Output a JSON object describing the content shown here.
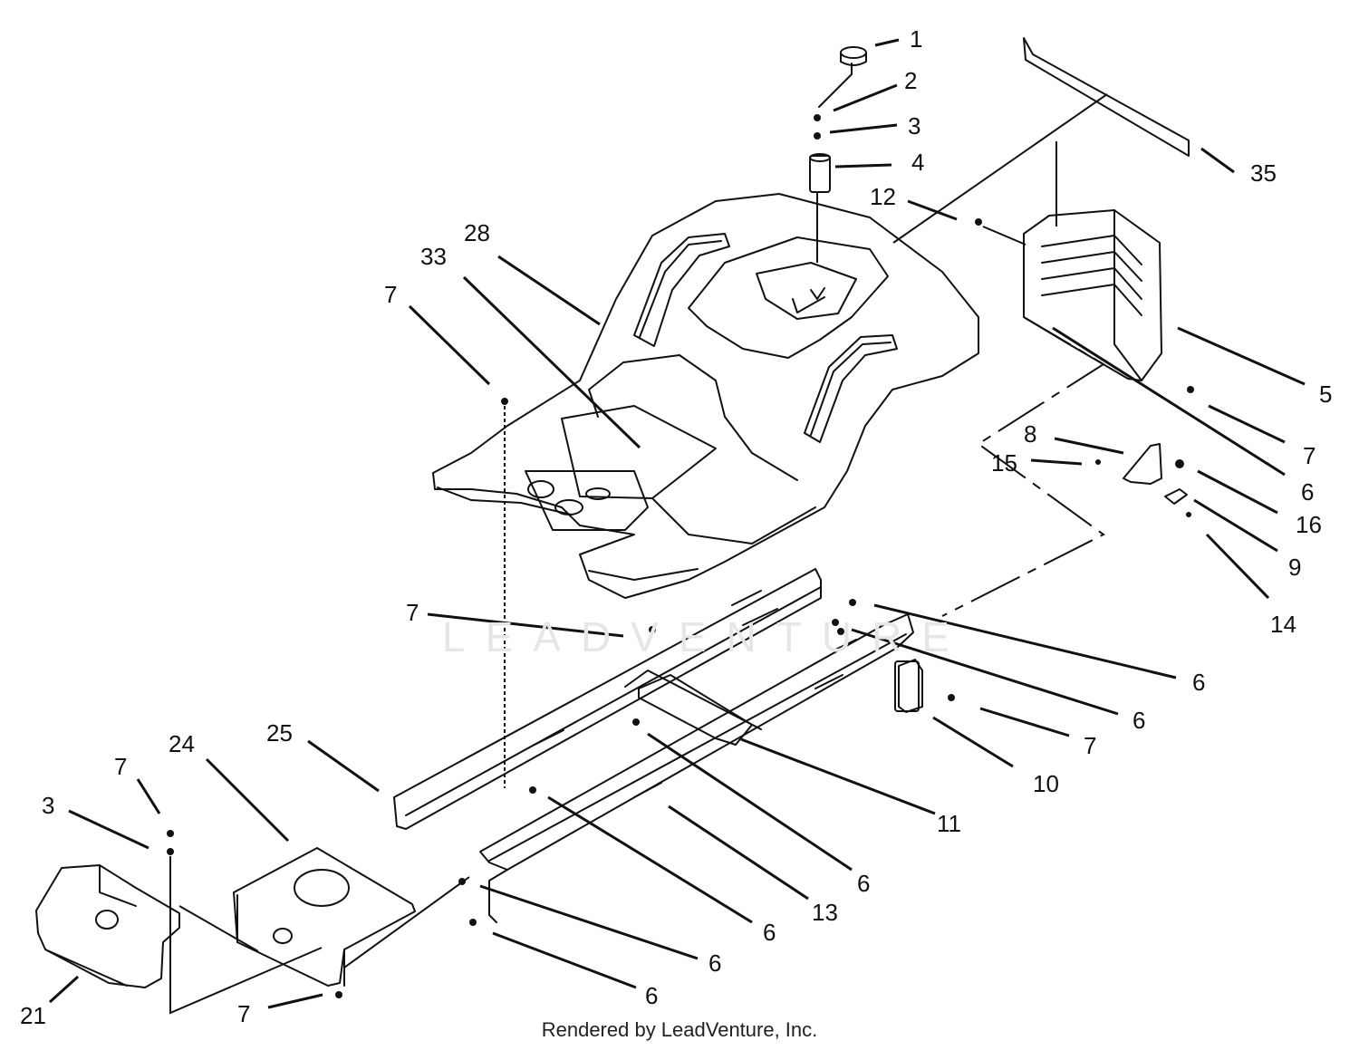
{
  "diagram": {
    "footer": "Rendered by LeadVenture, Inc.",
    "watermark": "LEADVENTURE",
    "callouts": [
      {
        "id": "c1",
        "label": "1"
      },
      {
        "id": "c2",
        "label": "2"
      },
      {
        "id": "c3a",
        "label": "3"
      },
      {
        "id": "c4",
        "label": "4"
      },
      {
        "id": "c35",
        "label": "35"
      },
      {
        "id": "c12",
        "label": "12"
      },
      {
        "id": "c28",
        "label": "28"
      },
      {
        "id": "c33",
        "label": "33"
      },
      {
        "id": "c7a",
        "label": "7"
      },
      {
        "id": "c5",
        "label": "5"
      },
      {
        "id": "c7b",
        "label": "7"
      },
      {
        "id": "c6a",
        "label": "6"
      },
      {
        "id": "c8",
        "label": "8"
      },
      {
        "id": "c15",
        "label": "15"
      },
      {
        "id": "c16",
        "label": "16"
      },
      {
        "id": "c9",
        "label": "9"
      },
      {
        "id": "c14",
        "label": "14"
      },
      {
        "id": "c7c",
        "label": "7"
      },
      {
        "id": "c6b",
        "label": "6"
      },
      {
        "id": "c6c",
        "label": "6"
      },
      {
        "id": "c7d",
        "label": "7"
      },
      {
        "id": "c10",
        "label": "10"
      },
      {
        "id": "c25",
        "label": "25"
      },
      {
        "id": "c24",
        "label": "24"
      },
      {
        "id": "c11",
        "label": "11"
      },
      {
        "id": "c7e",
        "label": "7"
      },
      {
        "id": "c3b",
        "label": "3"
      },
      {
        "id": "c6d",
        "label": "6"
      },
      {
        "id": "c13",
        "label": "13"
      },
      {
        "id": "c6e",
        "label": "6"
      },
      {
        "id": "c6f",
        "label": "6"
      },
      {
        "id": "c6g",
        "label": "6"
      },
      {
        "id": "c21",
        "label": "21"
      },
      {
        "id": "c7f",
        "label": "7"
      }
    ]
  }
}
